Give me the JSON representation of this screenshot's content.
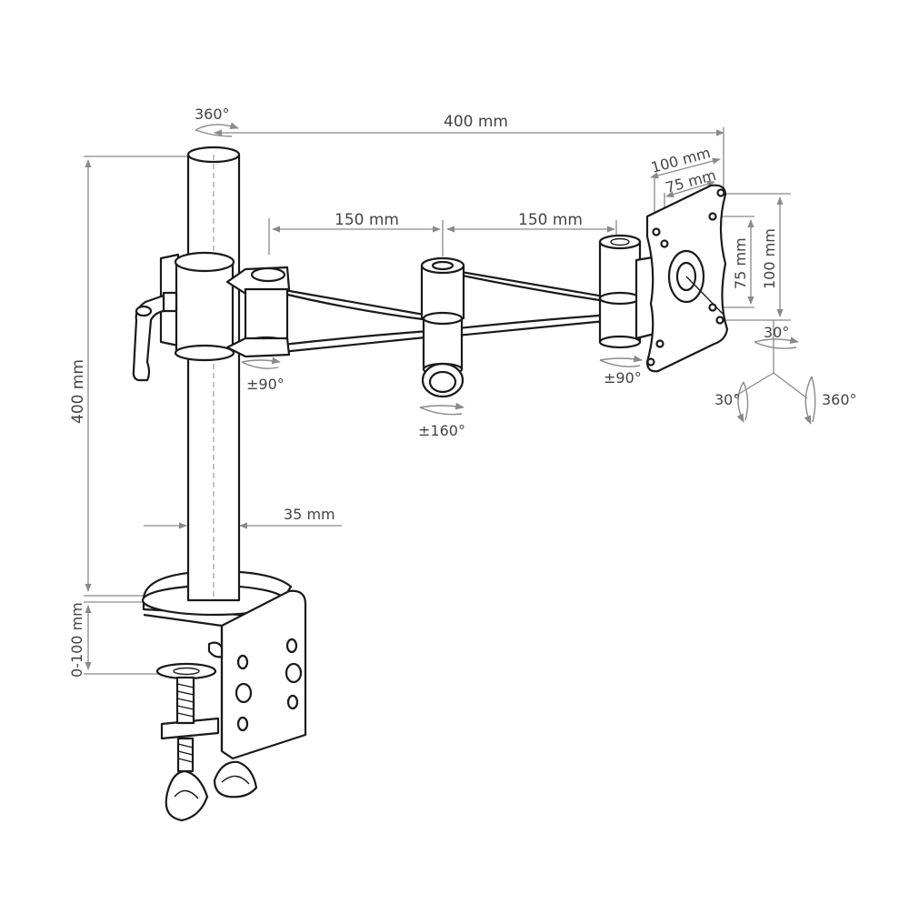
{
  "colors": {
    "line": "#1a1a1a",
    "dimension": "#8a8a8a",
    "label": "#444444",
    "background": "#ffffff"
  },
  "labels": {
    "pole_rotation": "360°",
    "arm_reach": "400 mm",
    "arm_segment_1": "150 mm",
    "arm_segment_2": "150 mm",
    "vesa_100_h": "100 mm",
    "vesa_75_h": "75 mm",
    "vesa_75_v": "75 mm",
    "vesa_100_v": "100 mm",
    "tilt": "30°",
    "swivel": "30°",
    "plate_rotation": "360°",
    "joint_1_rotation": "±90°",
    "joint_2_rotation": "±160°",
    "joint_3_rotation": "±90°",
    "pole_height": "400 mm",
    "pole_diameter": "35 mm",
    "desk_thickness": "0-100 mm"
  }
}
